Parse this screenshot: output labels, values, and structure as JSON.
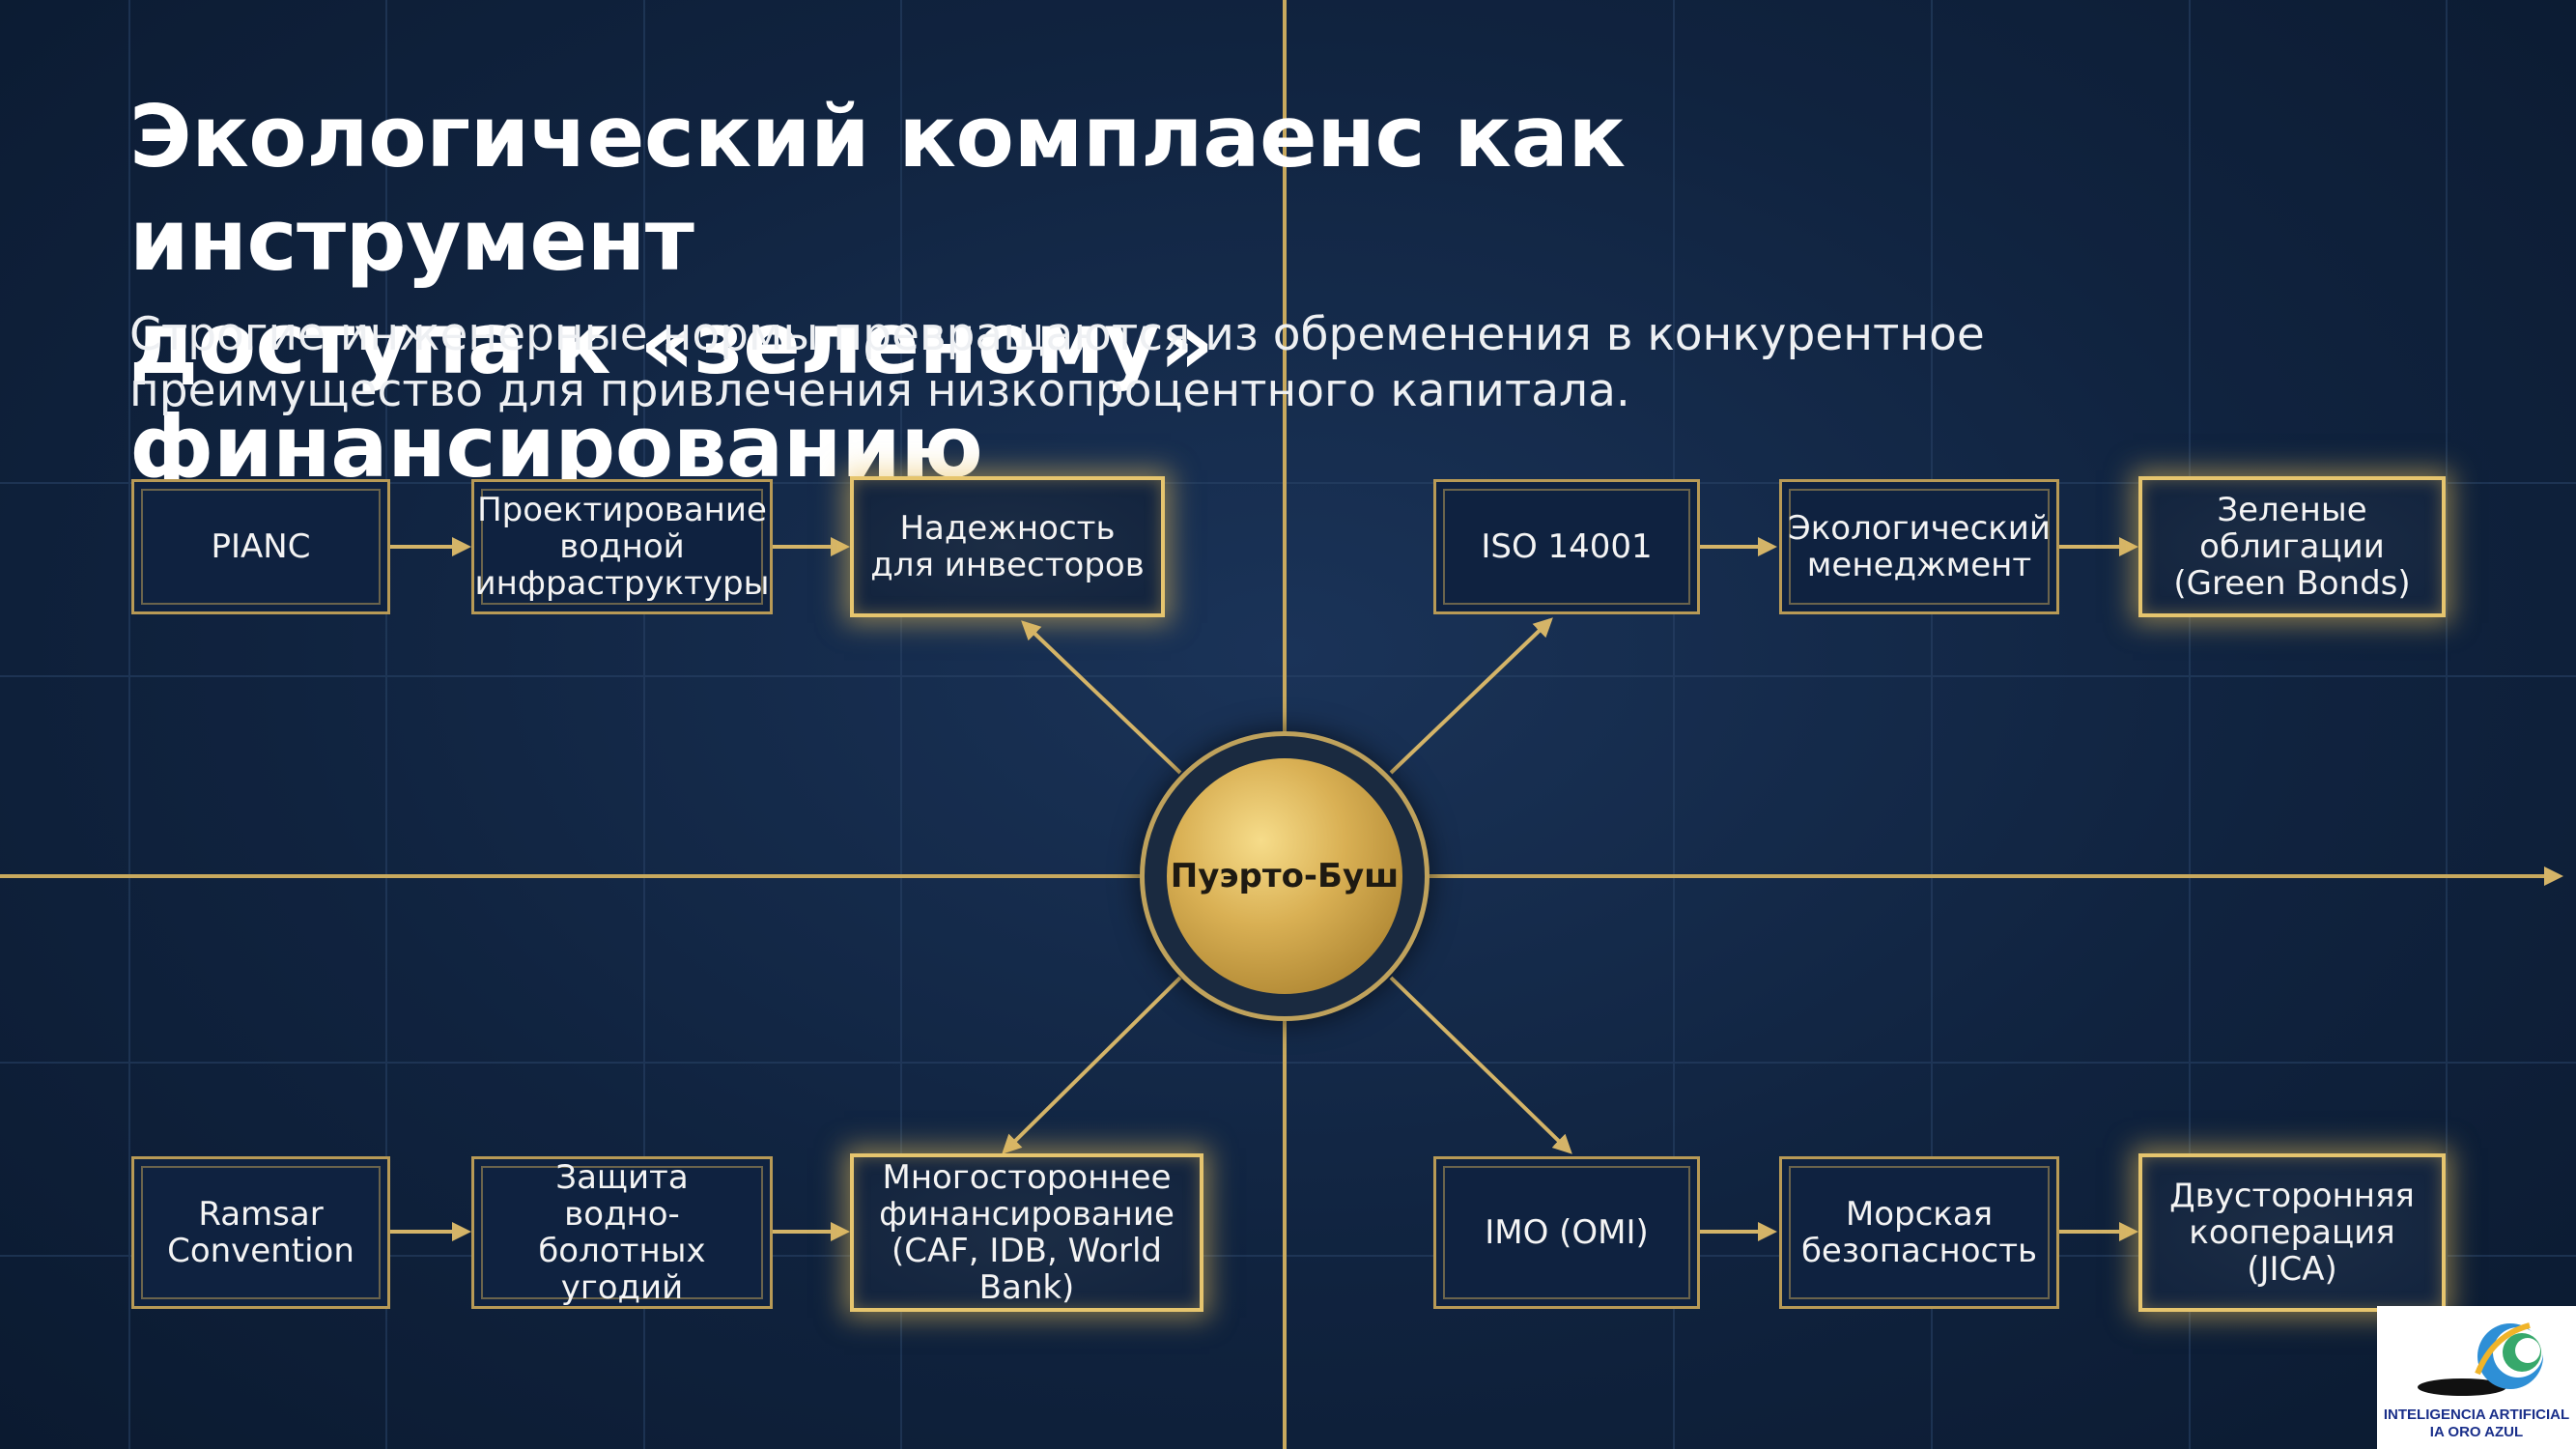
{
  "title": "Экологический комплаенс как инструмент\nдоступа к «зеленому» финансированию",
  "subtitle": "Строгие инженерные нормы превращаются из обременения в конкурентное\nпреимущество для привлечения низкопроцентного капитала.",
  "hub": {
    "label": "Пуэрто-Буш"
  },
  "chains": [
    {
      "id": "top-left",
      "nodes": [
        "PIANC",
        "Проектирование\nводной\nинфраструктуры",
        "Надежность\nдля инвесторов"
      ]
    },
    {
      "id": "top-right",
      "nodes": [
        "ISO 14001",
        "Экологический\nменеджмент",
        "Зеленые\nоблигации\n(Green Bonds)"
      ]
    },
    {
      "id": "bottom-left",
      "nodes": [
        "Ramsar\nConvention",
        "Защита\nводно-болотных\nугодий",
        "Многостороннее\nфинансирование\n(CAF, IDB, World Bank)"
      ]
    },
    {
      "id": "bottom-right",
      "nodes": [
        "IMO (OMI)",
        "Морская\nбезопасность",
        "Двусторонняя\nкооперация\n(JICA)"
      ]
    }
  ],
  "logo": {
    "line1": "INTELIGENCIA ARTIFICIAL",
    "line2": "IA ORO AZUL"
  },
  "colors": {
    "background": "#10233f",
    "gold": "#d9b054",
    "box_border": "#b89a56",
    "glow": "#e6c56e",
    "logo_text": "#1a2f8a"
  }
}
